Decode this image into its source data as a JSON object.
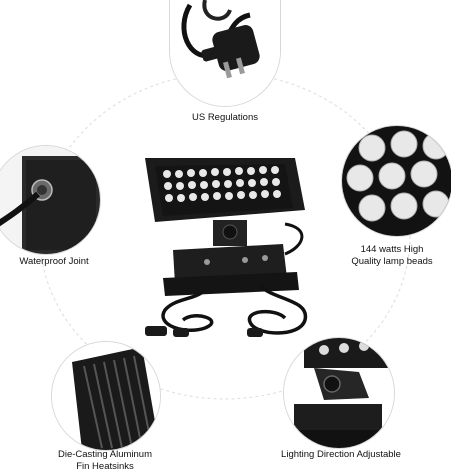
{
  "features": [
    {
      "id": "us",
      "label": "US Regulations"
    },
    {
      "id": "waterproof",
      "label": "Waterproof Joint"
    },
    {
      "id": "leds",
      "label_line1": "144 watts High",
      "label_line2": "Quality lamp beads"
    },
    {
      "id": "heatsink",
      "label_line1": "Die-Casting Aluminum",
      "label_line2": "Fin Heatsinks"
    },
    {
      "id": "direction",
      "label": "Lighting Direction Adjustable"
    }
  ],
  "colors": {
    "fixture": "#1b1b1b",
    "led": "#e8e8e8",
    "ring": "#e2e2e2"
  }
}
